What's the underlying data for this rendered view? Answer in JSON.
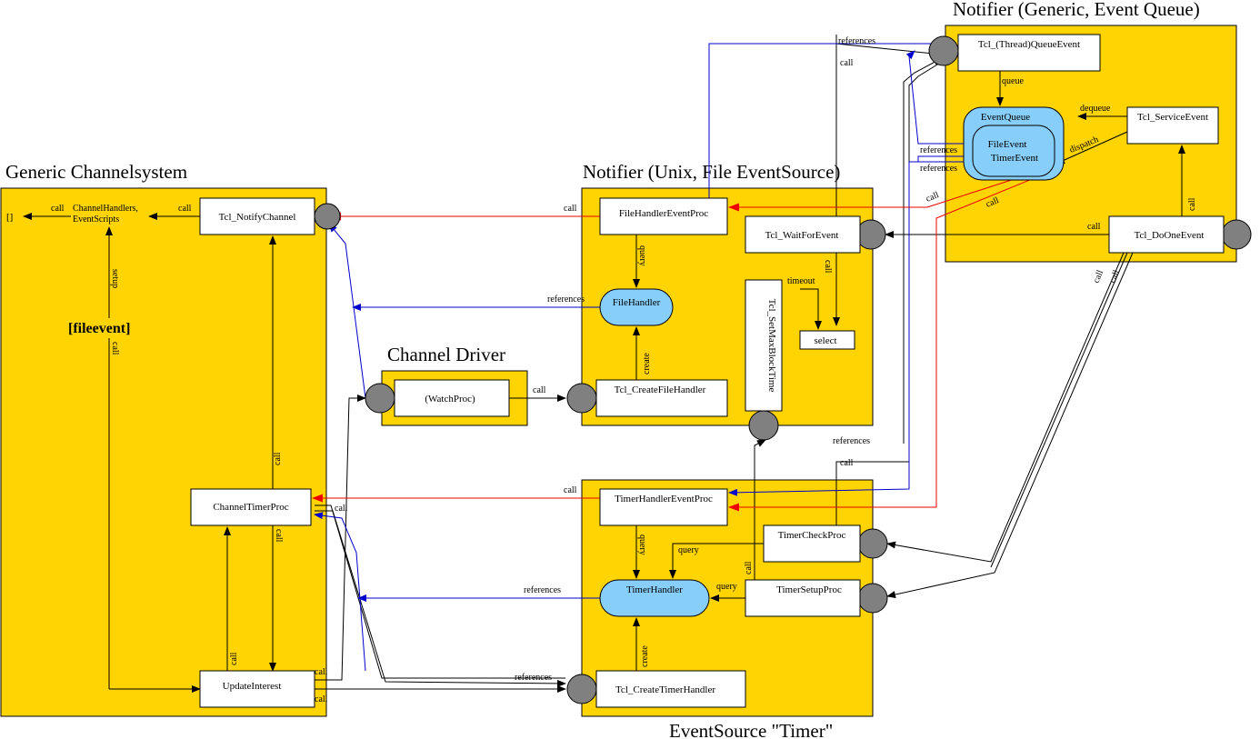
{
  "regions": {
    "generic_channelsystem": "Generic Channelsystem",
    "notifier_unix": "Notifier (Unix, File EventSource)",
    "notifier_generic": "Notifier (Generic, Event Queue)",
    "channel_driver": "Channel Driver",
    "eventsource_timer": "EventSource \"Timer\""
  },
  "boxes": {
    "tcl_notifychannel": "Tcl_NotifyChannel",
    "channeltimerproc": "ChannelTimerProc",
    "updateinterest": "UpdateInterest",
    "watchproc": "(WatchProc)",
    "filehandlereventproc": "FileHandlerEventProc",
    "tcl_waitforevent": "Tcl_WaitForEvent",
    "tcl_setmaxblocktime": "Tcl_SetMaxBlockTime",
    "select": "select",
    "tcl_createfilehandler": "Tcl_CreateFileHandler",
    "tcl_queueevent": "Tcl_(Thread)QueueEvent",
    "tcl_serviceevent": "Tcl_ServiceEvent",
    "tcl_dooneevent": "Tcl_DoOneEvent",
    "timerhandlereventproc": "TimerHandlerEventProc",
    "timercheckproc": "TimerCheckProc",
    "timersetupproc": "TimerSetupProc",
    "tcl_createtimerhandler": "Tcl_CreateTimerHandler"
  },
  "pills": {
    "filehandler": "FileHandler",
    "timerhandler": "TimerHandler",
    "eventqueue": "EventQueue",
    "fileevent": "FileEvent",
    "timerevent": "TimerEvent"
  },
  "misc": {
    "handlers_line1": "ChannelHandlers,",
    "handlers_line2": "EventScripts",
    "empty_list": "[]",
    "fileevent_cmd": "[fileevent]"
  },
  "edge_labels": {
    "call": "call",
    "query": "query",
    "create": "create",
    "references": "references",
    "setup": "setup",
    "timeout": "timeout",
    "queue": "queue",
    "dequeue": "dequeue",
    "dispatch": "dispatch"
  }
}
